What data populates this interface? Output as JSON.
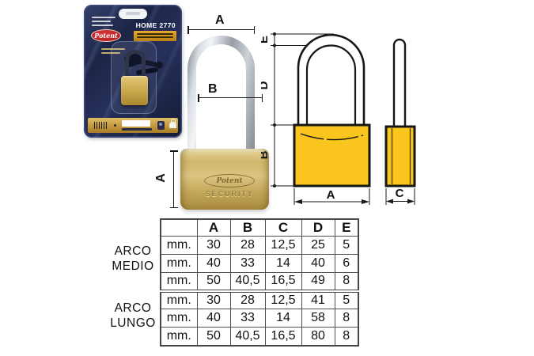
{
  "package_card": {
    "model_label": "HOME 2770",
    "brand_label": "Potent"
  },
  "photo": {
    "brand_label": "Potent",
    "security_label": "SECURITY",
    "dim_top_width": "A",
    "dim_inner_width": "B",
    "dim_body_height": "A"
  },
  "front_view": {
    "dim_shackle_thickness": "E",
    "dim_shackle_height": "D",
    "dim_body_height": "B",
    "dim_body_width": "A"
  },
  "side_view": {
    "dim_depth": "C"
  },
  "table": {
    "headers": [
      "",
      "A",
      "B",
      "C",
      "D",
      "E"
    ],
    "sections": [
      {
        "label_lines": [
          "ARCO",
          "MEDIO"
        ],
        "rows": [
          [
            "mm.",
            "30",
            "28",
            "12,5",
            "25",
            "5"
          ],
          [
            "mm.",
            "40",
            "33",
            "14",
            "40",
            "6"
          ],
          [
            "mm.",
            "50",
            "40,5",
            "16,5",
            "49",
            "8"
          ]
        ]
      },
      {
        "label_lines": [
          "ARCO",
          "LUNGO"
        ],
        "rows": [
          [
            "mm.",
            "30",
            "28",
            "12,5",
            "41",
            "5"
          ],
          [
            "mm.",
            "40",
            "33",
            "14",
            "58",
            "8"
          ],
          [
            "mm.",
            "50",
            "40,5",
            "16,5",
            "80",
            "8"
          ]
        ]
      }
    ]
  },
  "colors": {
    "drawing_yellow": "#FAC51C",
    "card_navy": "#1d2546",
    "card_gold": "#bd9136",
    "logo_red": "#b51f27"
  }
}
